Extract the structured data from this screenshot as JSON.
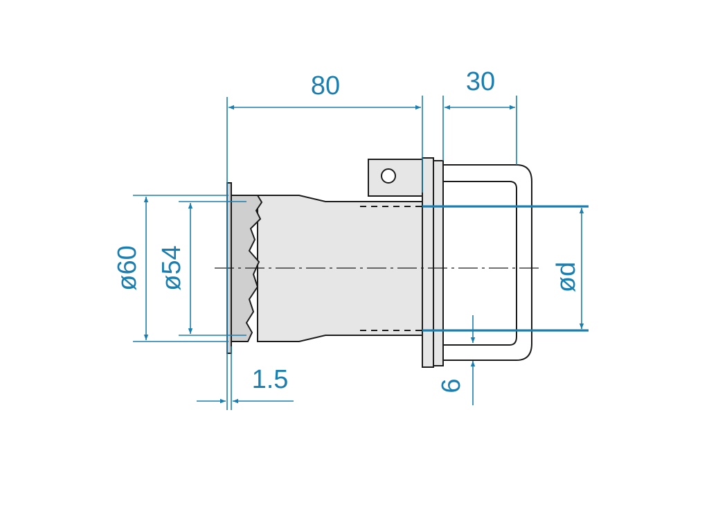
{
  "colors": {
    "dimension": "#1a7fb0",
    "outline": "#1a1a1a",
    "body_fill": "#e6e6e6",
    "section_fill": "#cfcfcf",
    "background": "#ffffff"
  },
  "dimensions": {
    "length_main": "80",
    "length_handle": "30",
    "diameter_outer": "ø60",
    "diameter_inner": "ø54",
    "diameter_d": "ød",
    "flange_thickness": "1.5",
    "handle_offset": "6"
  }
}
